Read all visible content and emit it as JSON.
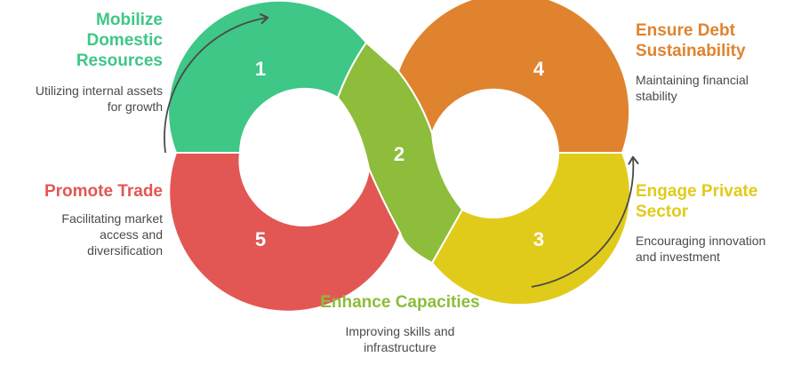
{
  "colors": {
    "step1": "#3ec786",
    "step2": "#8dbd3a",
    "step3": "#e1cb1a",
    "step4": "#e0832f",
    "step5": "#e25753",
    "arrow": "#4a4a4a",
    "text": "#4a4a4a"
  },
  "steps": [
    {
      "number": "1",
      "title": "Mobilize\nDomestic\nResources",
      "description": "Utilizing internal assets\nfor growth"
    },
    {
      "number": "2",
      "title": "Enhance Capacities",
      "description": "Improving skills and\ninfrastructure"
    },
    {
      "number": "3",
      "title": "Engage Private\nSector",
      "description": "Encouraging innovation\nand investment"
    },
    {
      "number": "4",
      "title": "Ensure Debt\nSustainability",
      "description": "Maintaining financial\nstability"
    },
    {
      "number": "5",
      "title": "Promote Trade",
      "description": "Facilitating market\naccess and\ndiversification"
    }
  ]
}
